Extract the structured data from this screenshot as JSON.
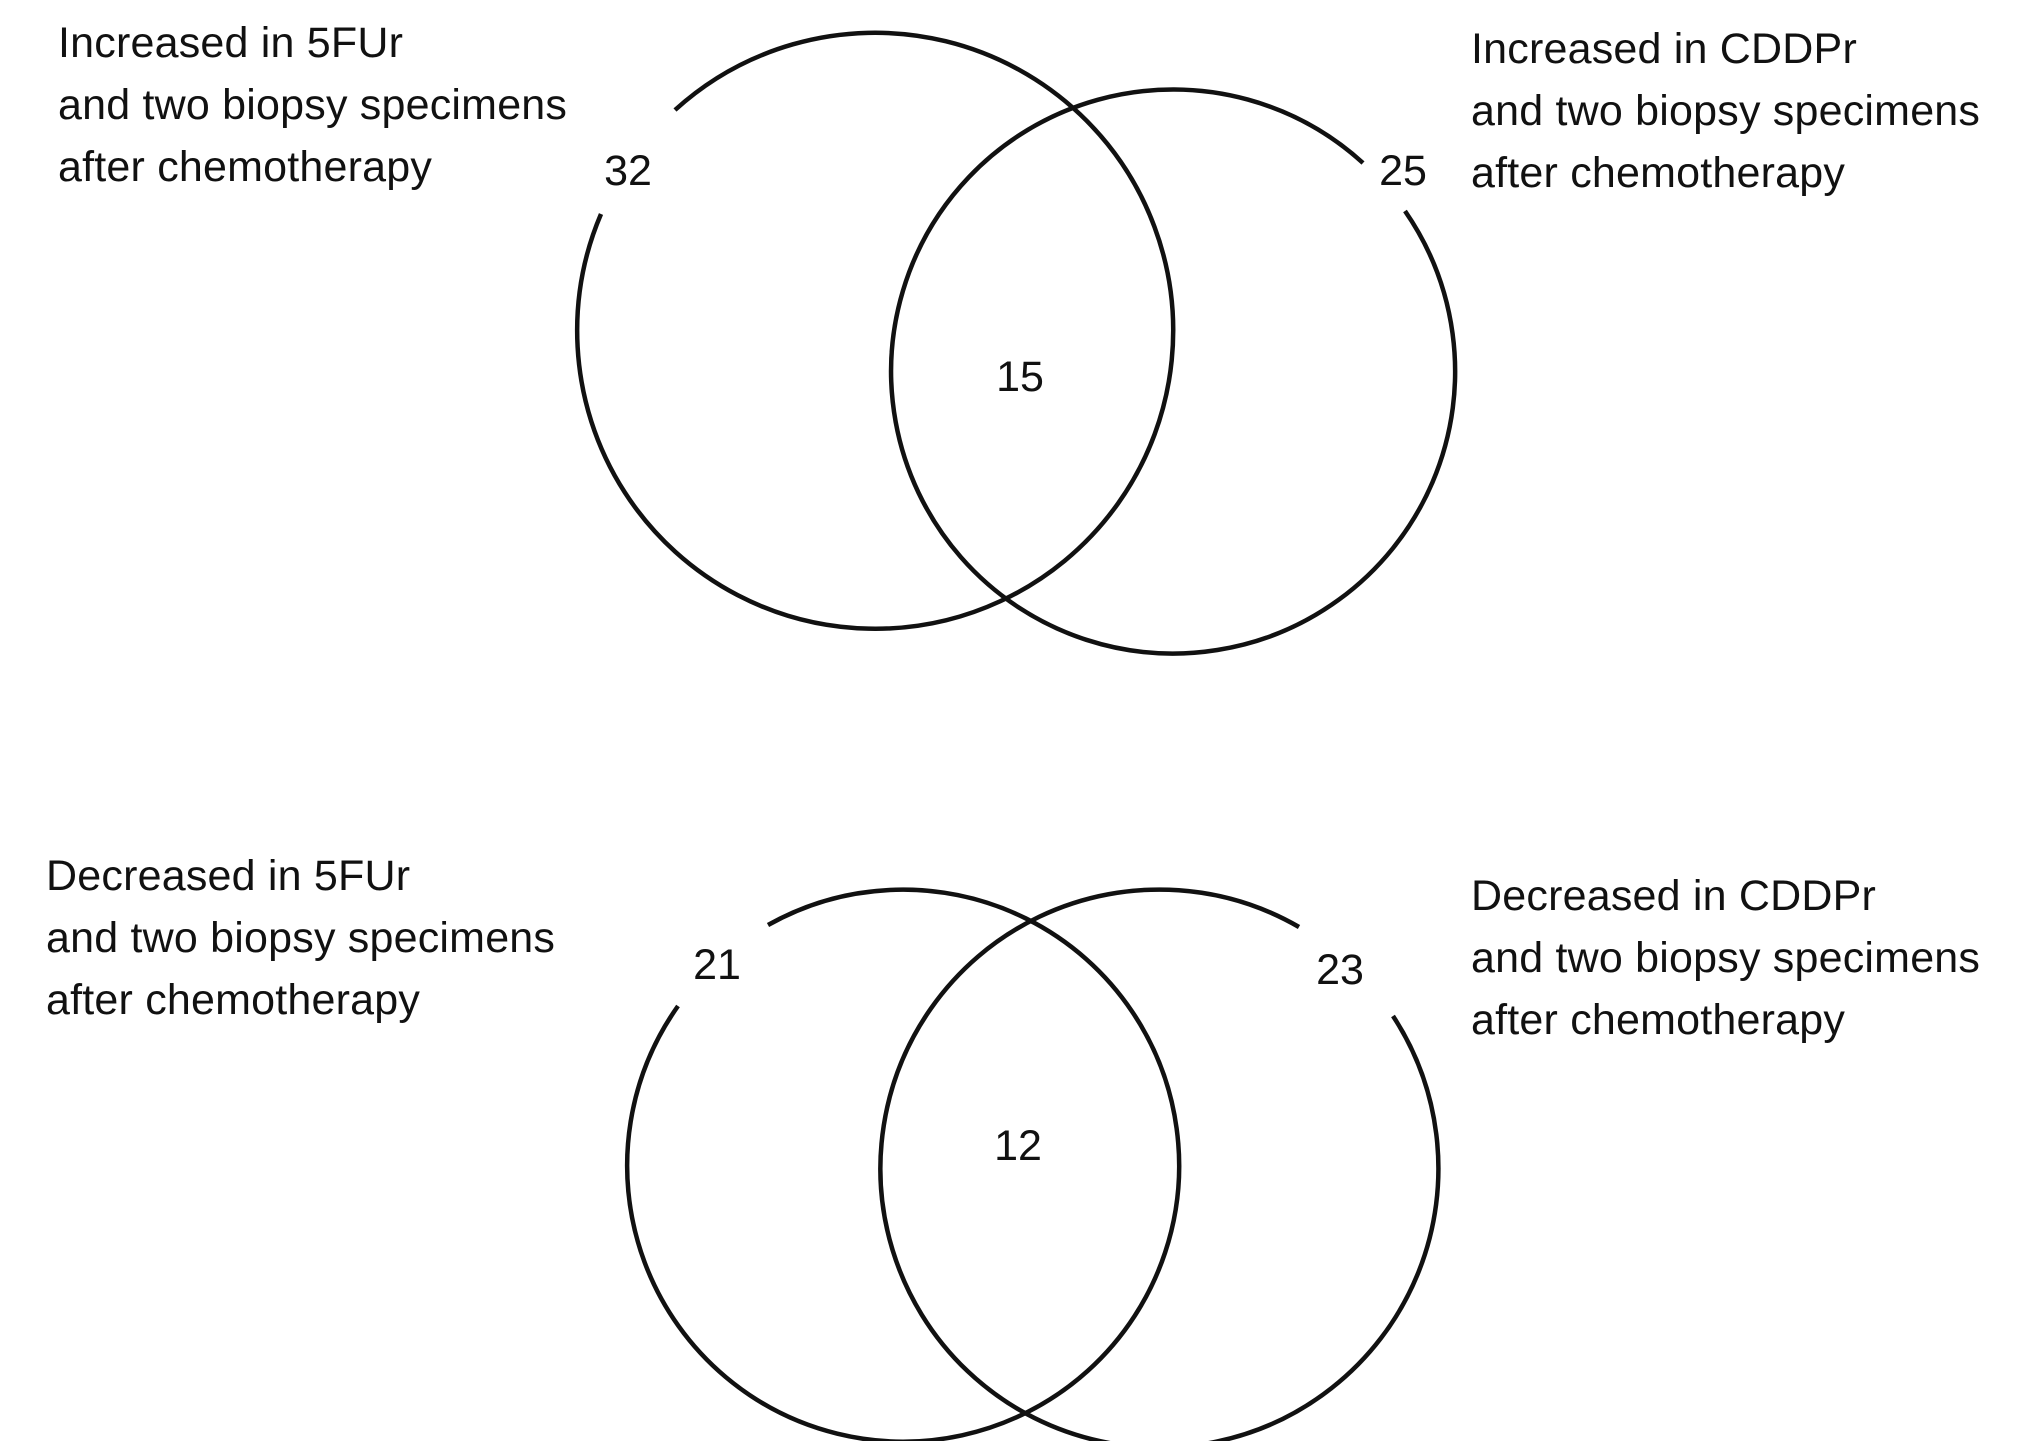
{
  "diagrams": [
    {
      "id": "increased",
      "left_label": [
        "Increased in 5FUr",
        "and two biopsy specimens",
        "after chemotherapy"
      ],
      "right_label": [
        "Increased in CDDPr",
        "and two biopsy specimens",
        "after chemotherapy"
      ],
      "left_count": "32",
      "right_count": "25",
      "overlap_count": "15"
    },
    {
      "id": "decreased",
      "left_label": [
        "Decreased in 5FUr",
        "and two biopsy specimens",
        "after chemotherapy"
      ],
      "right_label": [
        "Decreased in CDDPr",
        "and two biopsy specimens",
        "after chemotherapy"
      ],
      "left_count": "21",
      "right_count": "23",
      "overlap_count": "12"
    }
  ]
}
